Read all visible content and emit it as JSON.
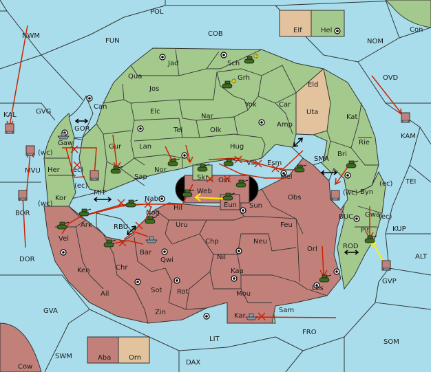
{
  "colors": {
    "sea": "#a9ddec",
    "green": "#a4c98c",
    "red": "#c2807a",
    "tan": "#e3c39d",
    "lightGreen": "#b3d79e",
    "border": "#333333",
    "order": "#cc2200",
    "support": "#ffff00"
  },
  "legend": {
    "top_left": "Elf",
    "top_right": "Hel",
    "bottom_left": "Aba",
    "bottom_right": "Orn"
  },
  "provinces": {
    "POL": "POL",
    "COB": "COB",
    "FUN": "FUN",
    "NWM": "NWM",
    "NOM": "NOM",
    "Con": "Con",
    "OVD": "OVD",
    "KAM": "KAM",
    "TEI": "TEI",
    "KUP": "KUP",
    "ALT": "ALT",
    "GVP": "GVP",
    "SOM": "SOM",
    "FRO": "FRO",
    "DAX": "DAX",
    "LIT": "LIT",
    "SWM": "SWM",
    "Cow": "Cow",
    "GVA": "GVA",
    "DOR": "DOR",
    "BOR": "BOR",
    "MVU": "MVU",
    "KAL": "KAL",
    "GVG": "GVG",
    "GOR": "GOR",
    "MIT": "MIT",
    "RBU": "RBU",
    "SMA": "SMA",
    "BUC": "BUC",
    "ROD": "ROD",
    "Jad": "Jad",
    "Sch": "Sch",
    "Qua": "Qua",
    "Jos": "Jos",
    "Grh": "Grh",
    "Eld": "Eld",
    "Can": "Can",
    "Elc": "Elc",
    "Nar": "Nar",
    "Yok": "Yok",
    "Car": "Car",
    "Uta": "Uta",
    "Tel": "Tel",
    "Olk": "Olk",
    "Amp": "Amp",
    "Kat": "Kat",
    "Gur": "Gur",
    "Lan": "Lan",
    "Hug": "Hug",
    "Rie": "Rie",
    "Bri": "Bri",
    "Esm": "Esm",
    "Gaw": "Gaw",
    "Her": "Her",
    "Kor": "Kor",
    "Ark": "Ark",
    "Vel": "Vel",
    "Nab": "Nab",
    "Nor": "Nor",
    "Sap": "Sap",
    "Skr": "Skr",
    "Vik": "Vik",
    "Mel": "Mel",
    "Osr": "Osr",
    "Web": "Web",
    "Eun": "Eun",
    "Sun": "Sun",
    "Obs": "Obs",
    "Hil": "Hil",
    "Nog": "Nog",
    "Uru": "Uru",
    "Feu": "Feu",
    "Byn": "Byn",
    "Gwa": "Gwa",
    "Pit": "Pit",
    "Bar": "Bar",
    "Chp": "Chp",
    "Neu": "Neu",
    "Orl": "Orl",
    "Ken": "Ken",
    "Chr": "Chr",
    "Qwi": "Qwi",
    "Nil": "Nil",
    "Kaa": "Kaa",
    "Ail": "Ail",
    "Sot": "Sot",
    "Rot": "Rot",
    "Mou": "Mou",
    "Los": "Los",
    "Zin": "Zin",
    "Sam": "Sam",
    "Kar": "Kar"
  },
  "coast_tags": {
    "wc": "(wc)",
    "ec": "(ec)"
  }
}
